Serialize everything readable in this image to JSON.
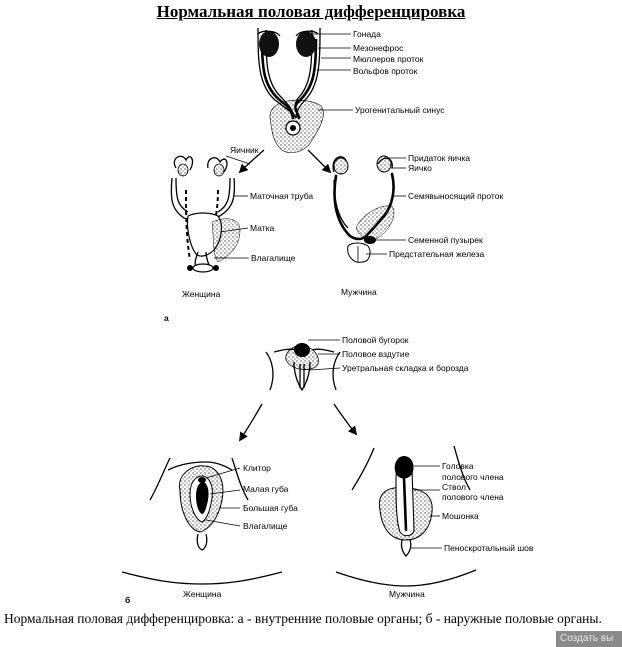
{
  "title": "Нормальная половая дифференцировка",
  "panel_a": {
    "letter": "а",
    "top_labels": [
      "Гонада",
      "Мезонефрос",
      "Мюллеров проток",
      "Вольфов проток",
      "Урогенитальный синус"
    ],
    "female_caption": "Женщина",
    "male_caption": "Мужчина",
    "female_labels": {
      "ovary": "Яичник",
      "tube": "Маточная труба",
      "uterus": "Матка",
      "vagina": "Влагалище"
    },
    "male_labels": {
      "epididymis": "Придаток яичка",
      "testis": "Яичко",
      "vas": "Семявыносящий проток",
      "vesicle": "Семенной пузырек",
      "prostate": "Предстательная железа"
    }
  },
  "panel_b": {
    "letter": "б",
    "top_labels": [
      "Половой бугорок",
      "Половое вздутие",
      "Уретральная складка и борозда"
    ],
    "female_caption": "Женщина",
    "male_caption": "Мужчина",
    "female_labels": [
      "Клитор",
      "Малая губа",
      "Большая губа",
      "Влагалище"
    ],
    "male_labels": {
      "glans_1": "Головка",
      "glans_2": "полового члена",
      "shaft_1": "Ствол",
      "shaft_2": "полового члена",
      "scrotum": "Мошонка",
      "raphe": "Пеноскротальный шов"
    }
  },
  "caption": "Нормальная половая дифференцировка: а - внутренние половые органы; б - наружные половые органы.",
  "watermark": "Создать вы"
}
